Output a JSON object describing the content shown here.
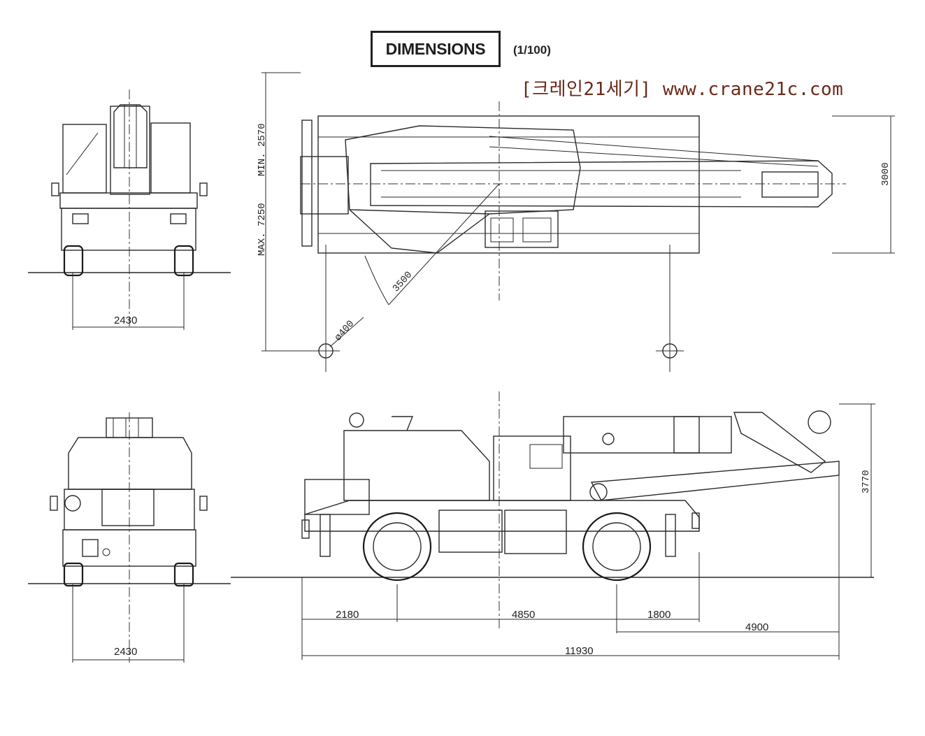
{
  "header": {
    "title": "DIMENSIONS",
    "scale": "(1/100)",
    "watermark": "[크레인21세기] www.crane21c.com"
  },
  "dimensions": {
    "front_track_width": "2430",
    "rear_track_width": "2430",
    "max_outrigger_span": "MAX. 7250",
    "min_outrigger_span": "MIN. 2570",
    "overall_width": "3000",
    "tail_swing_radius": "3500",
    "outrigger_float_dia": "ø400",
    "overall_height": "3770",
    "front_overhang": "2180",
    "wheelbase": "4850",
    "rear_overhang": "1800",
    "boom_overhang": "4900",
    "overall_length": "11930"
  }
}
